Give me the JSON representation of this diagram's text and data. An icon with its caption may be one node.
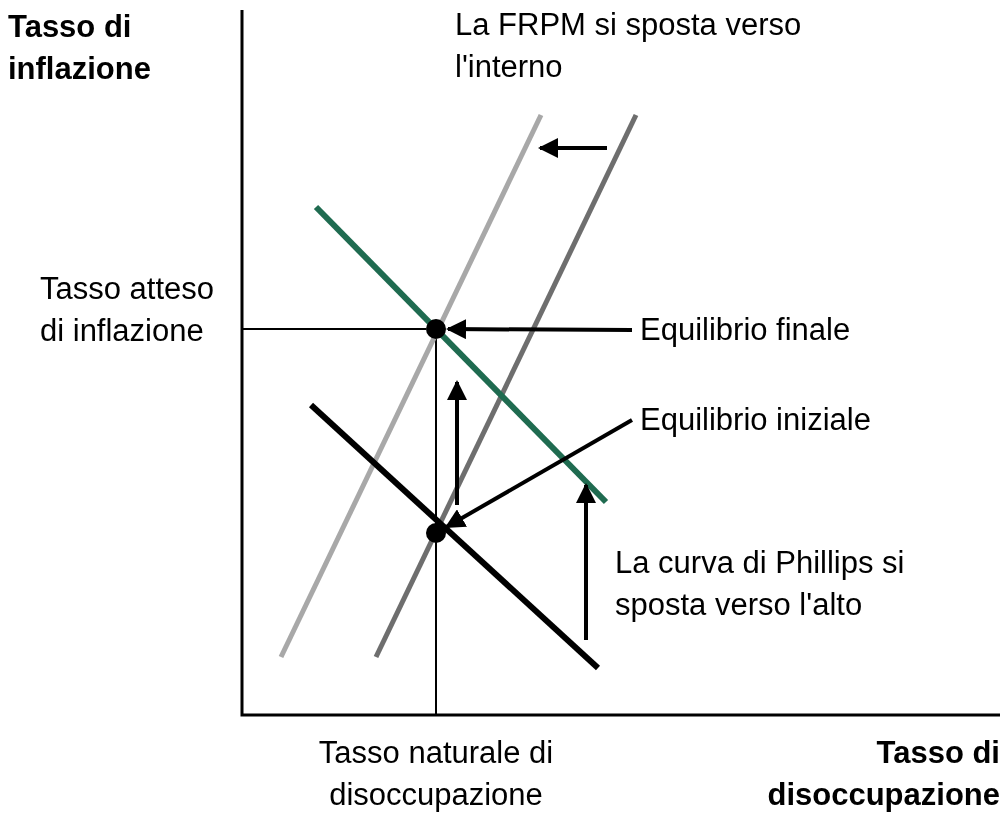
{
  "diagram": {
    "nodes": [
      {
        "text": [
          "Equilibrio finale"
        ]
      },
      {
        "text": [],
        "shape": "circle"
      },
      {
        "text": [
          "Equilibrio iniziale"
        ]
      },
      {
        "text": [],
        "shape": "circle"
      }
    ],
    "edges": [
      {
        "from": 0,
        "to": 1,
        "arrow": "to"
      },
      {
        "from": 2,
        "to": 3,
        "arrow": "to"
      }
    ],
    "labels": [
      "Tasso di inflazione",
      "La FRPM si sposta verso l'interno",
      "Tasso atteso di inflazione",
      "La curva di Phillips si sposta verso l'alto",
      "Tasso naturale di disoccupazione",
      "Tasso di disoccupazione"
    ]
  }
}
